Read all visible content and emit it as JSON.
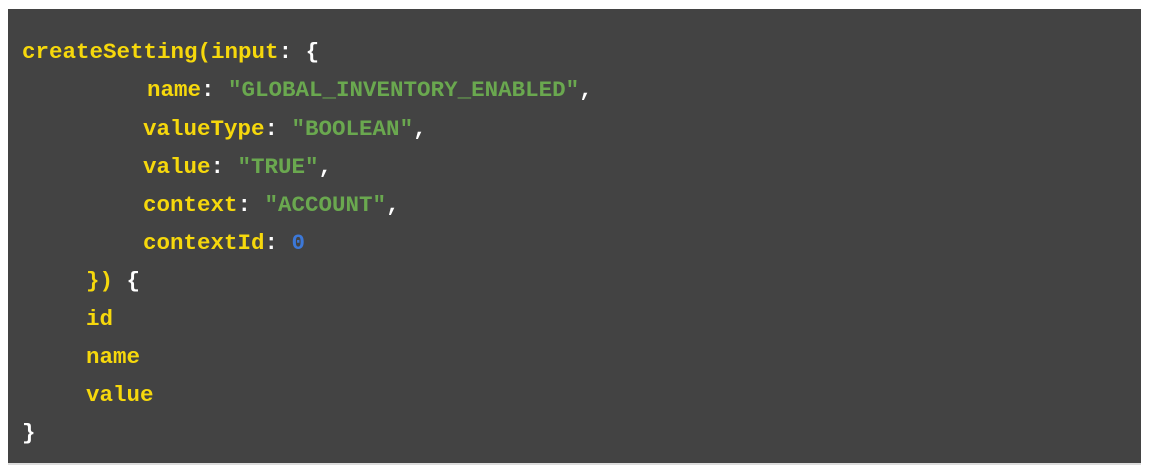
{
  "colors": {
    "background": "#434343",
    "keyword": "#f6d80c",
    "string": "#6aa84f",
    "number": "#3c78d8",
    "punctuation": "#ffffff"
  },
  "code": {
    "fn_name": "createSetting",
    "open_paren": "(",
    "arg_input": "input",
    "arg_colon": ": {",
    "name_key": "name",
    "name_value": "\"GLOBAL_INVENTORY_ENABLED\"",
    "valueType_key": "valueType",
    "valueType_value": "\"BOOLEAN\"",
    "value_key": "value",
    "value_value": "\"TRUE\"",
    "context_key": "context",
    "context_value": "\"ACCOUNT\"",
    "contextId_key": "contextId",
    "contextId_value": "0",
    "close_args_parens": "})",
    "open_brace": " {",
    "field_id": "id",
    "field_name": "name",
    "field_value": "value",
    "close_brace": "}",
    "colon": ": ",
    "comma": ","
  }
}
